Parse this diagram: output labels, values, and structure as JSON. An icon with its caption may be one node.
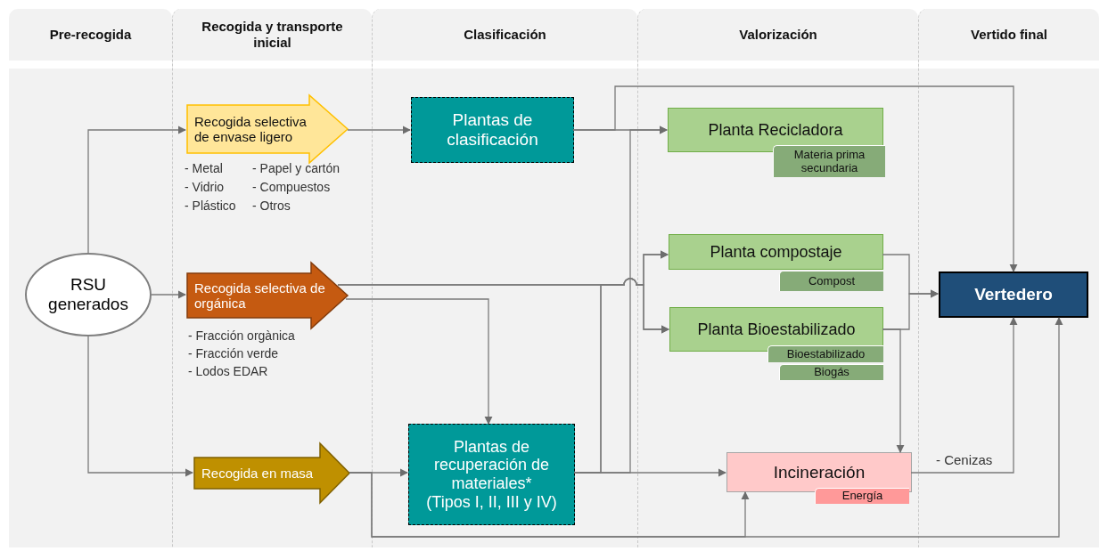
{
  "diagram": {
    "nodes": [
      {
        "text": [
          "Pre-recogida"
        ]
      },
      {
        "text": [
          "Recogida y transporte inicial"
        ]
      },
      {
        "text": [
          "Clasificación"
        ]
      },
      {
        "text": [
          "Valorización"
        ]
      },
      {
        "text": [
          "Vertido final"
        ]
      },
      {
        "text": [
          "RSU generados"
        ],
        "in": 0
      },
      {
        "text": [
          "Recogida selectiva de envase ligero"
        ],
        "in": 1,
        "beside": [
          "- Metal",
          "- Vidrio",
          "- Plástico",
          "- Papel y cartón",
          "- Compuestos",
          "- Otros"
        ]
      },
      {
        "text": [
          "Recogida selectiva de orgánica"
        ],
        "in": 1,
        "beside": [
          "- Fracción orgànica",
          "- Fracción verde",
          "- Lodos EDAR"
        ]
      },
      {
        "text": [
          "Recogida en masa"
        ],
        "in": 1
      },
      {
        "text": [
          "Plantas de clasificación"
        ],
        "in": 2
      },
      {
        "text": [
          "Plantas de recuperación de materiales*",
          "(Tipos I, II, III y IV)"
        ],
        "in": 2
      },
      {
        "text": [
          "Planta Recicladora"
        ],
        "in": 3,
        "beside": [
          "Materia prima secundaria"
        ]
      },
      {
        "text": [
          "Planta compostaje"
        ],
        "in": 3,
        "beside": [
          "Compost"
        ]
      },
      {
        "text": [
          "Planta Bioestabilizado"
        ],
        "in": 3,
        "beside": [
          "Bioestabilizado",
          "Biogás"
        ]
      },
      {
        "text": [
          "Incineración"
        ],
        "in": 3,
        "beside": [
          "Energía"
        ]
      },
      {
        "text": [
          "Vertedero"
        ],
        "in": 4
      }
    ],
    "edges": [
      {
        "from": 5,
        "to": 6,
        "arrow": "to"
      },
      {
        "from": 5,
        "to": 7,
        "arrow": "to"
      },
      {
        "from": 5,
        "to": 8,
        "arrow": "to"
      },
      {
        "from": 6,
        "to": 9,
        "arrow": "to"
      },
      {
        "from": 9,
        "to": 11,
        "arrow": "to"
      },
      {
        "from": 9,
        "to": 15,
        "arrow": "to"
      },
      {
        "from": 7,
        "to": 12,
        "arrow": "to"
      },
      {
        "from": 7,
        "to": 13,
        "arrow": "to"
      },
      {
        "from": 7,
        "to": 10,
        "arrow": "to"
      },
      {
        "from": 8,
        "to": 10,
        "arrow": "to"
      },
      {
        "from": 8,
        "to": 14,
        "arrow": "to"
      },
      {
        "from": 8,
        "to": 15,
        "arrow": "to"
      },
      {
        "from": 10,
        "to": 14,
        "arrow": "to"
      },
      {
        "from": 10,
        "to": 11,
        "arrow": "to"
      },
      {
        "from": 10,
        "to": 12,
        "arrow": "to"
      },
      {
        "from": 10,
        "to": 13,
        "arrow": "to"
      },
      {
        "from": 12,
        "to": 15,
        "arrow": "to"
      },
      {
        "from": 13,
        "to": 15,
        "arrow": "to"
      },
      {
        "from": 13,
        "to": 14,
        "arrow": "to"
      },
      {
        "from": 14,
        "to": 15,
        "arrow": "to",
        "label": "- Cenizas"
      }
    ]
  }
}
